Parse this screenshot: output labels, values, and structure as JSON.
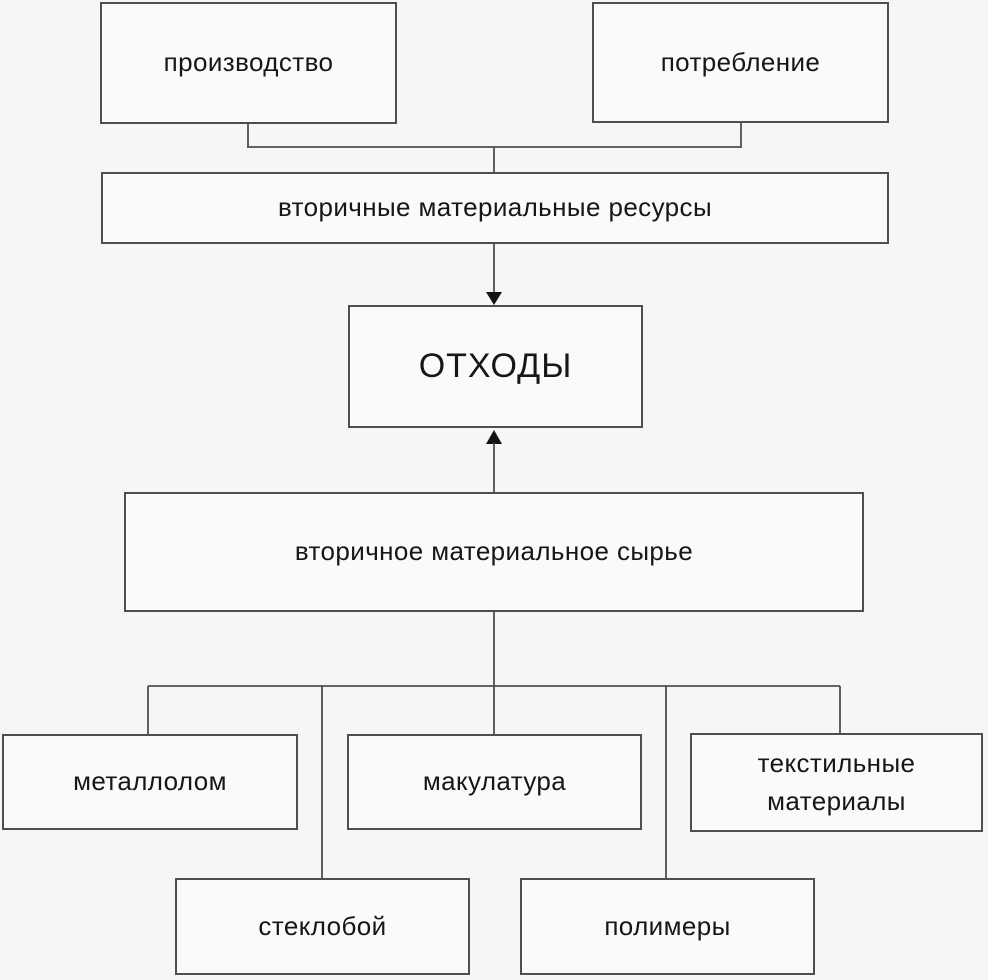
{
  "diagram": {
    "nodes": {
      "production": {
        "label": "производство"
      },
      "consumption": {
        "label": "потребление"
      },
      "secondary_resources": {
        "label": "вторичные материальные ресурсы"
      },
      "waste": {
        "label": "ОТХОДЫ"
      },
      "secondary_raw": {
        "label": "вторичное материальное сырье"
      },
      "scrap_metal": {
        "label": "металлолом"
      },
      "waste_paper": {
        "label": "макулатура"
      },
      "textile_materials": {
        "label": "текстильные материалы"
      },
      "cullet": {
        "label": "стеклобой"
      },
      "polymers": {
        "label": "полимеры"
      }
    },
    "colors": {
      "background": "#f6f6f6",
      "box_fill": "#fafafa",
      "border": "#4f4f4f",
      "text": "#161616"
    }
  }
}
